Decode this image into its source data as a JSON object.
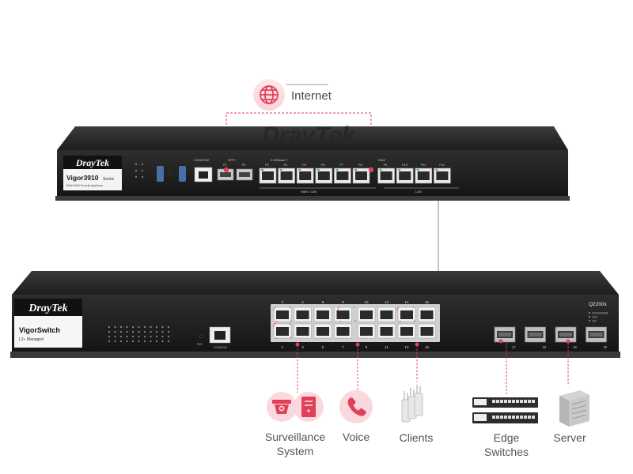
{
  "internet": {
    "label": "Internet",
    "icon": "globe-icon"
  },
  "router": {
    "brand": "DrayTek",
    "model": "Vigor3910",
    "model_suffix": "Series",
    "tagline": "Multi-WAN Security Appliance",
    "console_label": "CONSOLE",
    "sfp_label": "SFP+",
    "speed_label": "2.5GBase-T",
    "dmz_label": "DMZ",
    "wan_lan_label": "WAN / LAN",
    "lan_label": "LAN",
    "sfp_ports": [
      "P1",
      "P2"
    ],
    "copper_ports": [
      "P3",
      "P4",
      "P5",
      "P6",
      "P7",
      "P8",
      "P9",
      "P10",
      "P11",
      "P12"
    ]
  },
  "switch": {
    "brand": "DrayTek",
    "name": "VigorSwitch",
    "sub": "L2+ Managed",
    "model": "Q2200x",
    "console_label": "CONSOLE",
    "rst_label": "RST",
    "top_port_numbers": [
      "2",
      "4",
      "6",
      "8",
      "10",
      "12",
      "14",
      "16"
    ],
    "bottom_port_numbers": [
      "1",
      "3",
      "5",
      "7",
      "9",
      "11",
      "13",
      "15"
    ],
    "sfp_numbers": [
      "17",
      "18",
      "19",
      "20"
    ],
    "speed_legend": [
      "10/100/1000M",
      "2.5G",
      "10G"
    ]
  },
  "devices": {
    "surveillance": {
      "line1": "Surveillance",
      "line2": "System",
      "icons": [
        "camera-icon",
        "nvr-icon"
      ]
    },
    "voice": {
      "label": "Voice",
      "icon": "phone-icon"
    },
    "clients": {
      "label": "Clients",
      "icon": "access-point-icon"
    },
    "edge": {
      "line1": "Edge",
      "line2": "Switches",
      "icon": "switch-icon"
    },
    "server": {
      "label": "Server",
      "icon": "server-icon"
    }
  },
  "colors": {
    "accent": "#e0405a",
    "accent_light": "#fde3e6",
    "chassis": "#2a2a2a",
    "label": "#555555",
    "line": "#888888"
  }
}
